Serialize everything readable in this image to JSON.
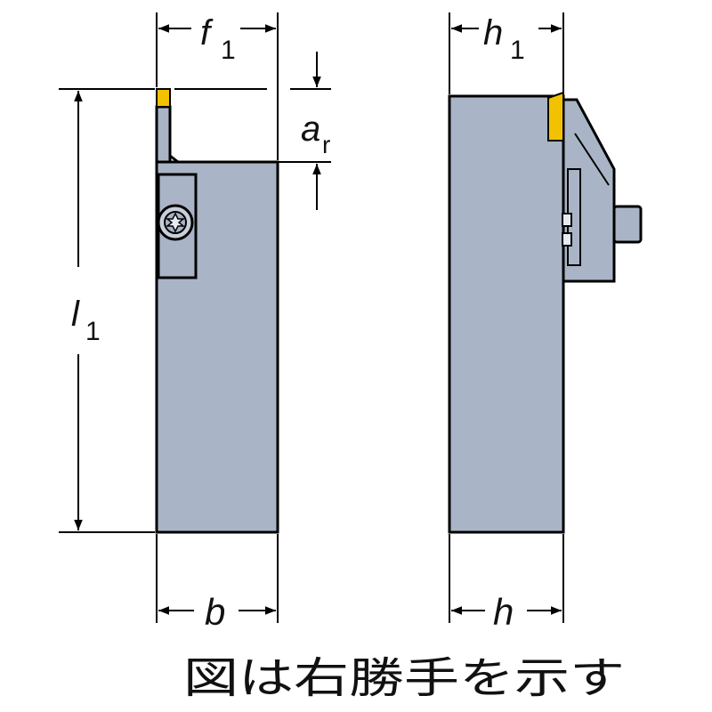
{
  "dimensions": {
    "f1": {
      "main": "f",
      "sub": "1"
    },
    "h1": {
      "main": "h",
      "sub": "1"
    },
    "ar": {
      "main": "a",
      "sub": "r"
    },
    "l1": {
      "main": "l",
      "sub": "1"
    },
    "b": "b",
    "h": "h"
  },
  "caption": "図は右勝手を示す",
  "colors": {
    "body": "#a9b5c6",
    "insert": "#f2c200",
    "outline": "#000000"
  }
}
